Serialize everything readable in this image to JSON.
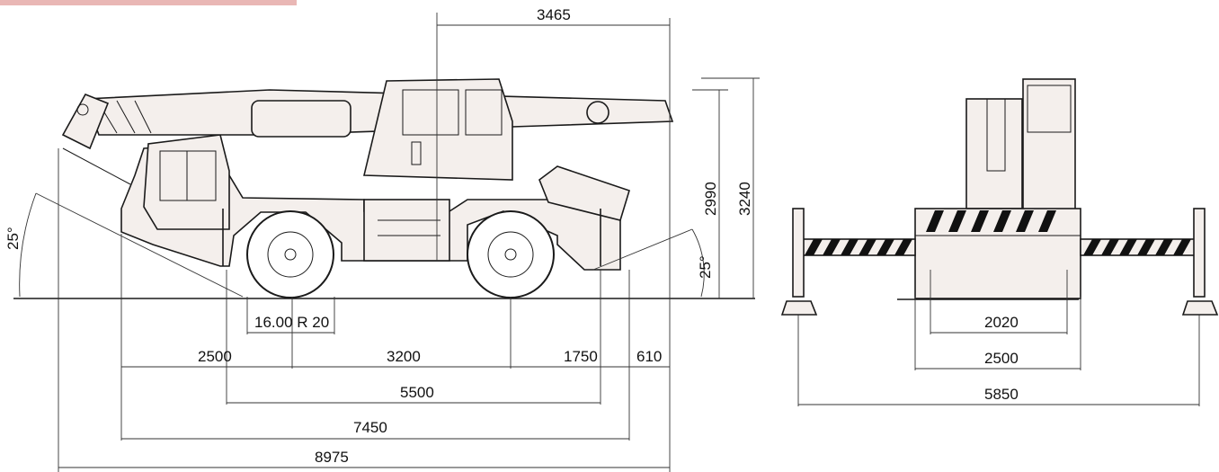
{
  "colors": {
    "line": "#1a1a1a",
    "body": "#f4efec",
    "header": "#e9b7b5",
    "stripe": "#111111"
  },
  "side_view": {
    "dims": {
      "cab_to_slew": "3465",
      "height_boom": "2990",
      "height_cab": "3240",
      "angle_front": "25°",
      "angle_rear": "25°",
      "tyre": "16.00 R 20",
      "front_overhang": "2500",
      "wheelbase": "3200",
      "rear_overhang": "1750",
      "counterweight": "610",
      "outrigger_base": "5500",
      "overall_chassis": "7450",
      "overall_length": "8975"
    }
  },
  "front_view": {
    "dims": {
      "track": "2020",
      "width": "2500",
      "outrigger_span": "5850"
    }
  }
}
